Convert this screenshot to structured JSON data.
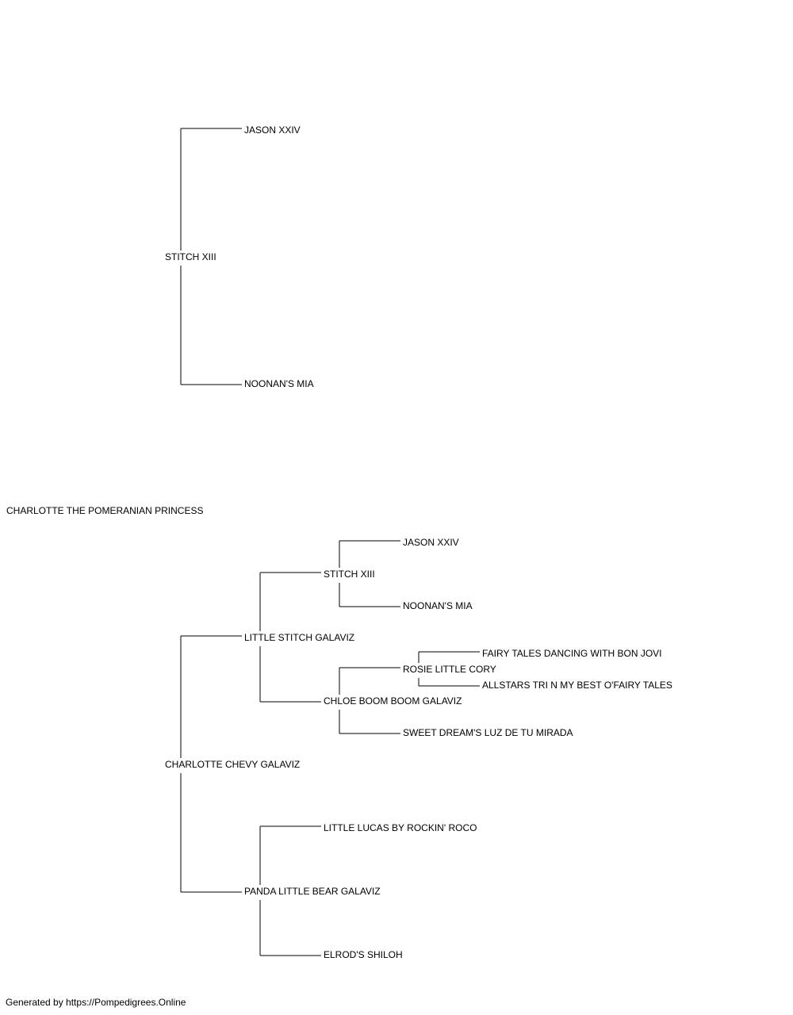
{
  "pedigree": {
    "subject": "CHARLOTTE THE POMERANIAN PRINCESS",
    "sire": {
      "name": "STITCH XIII",
      "sire": "JASON XXIV",
      "dam": "NOONAN'S MIA"
    },
    "dam": {
      "name": "CHARLOTTE CHEVY GALAVIZ",
      "sire": {
        "name": "LITTLE STITCH GALAVIZ",
        "sire": {
          "name": "STITCH XIII",
          "sire": "JASON XXIV",
          "dam": "NOONAN'S MIA"
        },
        "dam": {
          "name": "CHLOE BOOM BOOM GALAVIZ",
          "sire": {
            "name": "ROSIE LITTLE CORY",
            "sire": "FAIRY TALES DANCING WITH BON JOVI",
            "dam": "ALLSTARS TRI N MY BEST O'FAIRY TALES"
          },
          "dam": "SWEET DREAM'S LUZ DE TU MIRADA"
        }
      },
      "dam": {
        "name": "PANDA LITTLE BEAR GALAVIZ",
        "sire": "LITTLE LUCAS BY ROCKIN' ROCO",
        "dam": "ELROD'S SHILOH"
      }
    }
  },
  "footer": {
    "text": "Generated by https://Pompedigrees.Online"
  }
}
